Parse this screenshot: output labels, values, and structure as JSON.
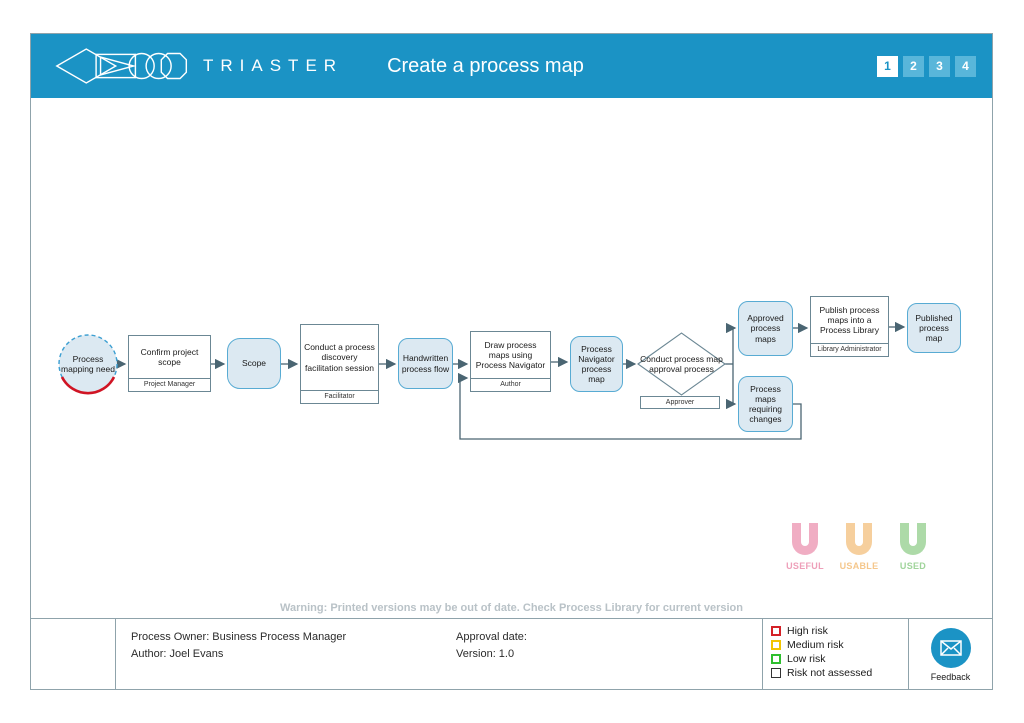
{
  "header": {
    "brand": "TRIASTER",
    "title": "Create a process map",
    "pages": [
      "1",
      "2",
      "3",
      "4"
    ],
    "active_page": "1",
    "bg_color": "#1b93c5"
  },
  "flowchart": {
    "start": {
      "label": "Process mapping need"
    },
    "nodes": {
      "confirm": {
        "label": "Confirm project scope",
        "role": "Project Manager"
      },
      "scope": {
        "label": "Scope"
      },
      "conduct": {
        "label": "Conduct a process discovery facilitation session",
        "role": "Facilitator"
      },
      "handwritten": {
        "label": "Handwritten process flow"
      },
      "draw": {
        "label": "Draw process maps using Process Navigator",
        "role": "Author"
      },
      "pnav": {
        "label": "Process Navigator process map"
      },
      "decision": {
        "label": "Conduct process map approval process",
        "role": "Approver"
      },
      "approved": {
        "label": "Approved process maps"
      },
      "requiring": {
        "label": "Process maps requiring changes"
      },
      "publish": {
        "label": "Publish process maps into a Process Library",
        "role": "Library Administrator"
      },
      "published": {
        "label": "Published process map"
      }
    },
    "arrow_color": "#4a6572",
    "deliverable_fill": "#dce9f2",
    "deliverable_border": "#58abd3"
  },
  "warning": "Warning: Printed versions may be out of date. Check Process Library for current version",
  "badges": {
    "items": [
      {
        "label": "USEFUL",
        "color": "#ee9fb9"
      },
      {
        "label": "USABLE",
        "color": "#f5c78c"
      },
      {
        "label": "USED",
        "color": "#9fd49a"
      }
    ]
  },
  "footer": {
    "process_owner": "Process Owner: Business Process Manager",
    "author": "Author: Joel Evans",
    "approval_date": "Approval date:",
    "version": "Version: 1.0",
    "legend": [
      {
        "label": "High risk",
        "color": "#d42127"
      },
      {
        "label": "Medium risk",
        "color": "#f2c500"
      },
      {
        "label": "Low risk",
        "color": "#2fbf2f"
      },
      {
        "label": "Risk not assessed",
        "color": "#333333"
      }
    ],
    "feedback": "Feedback"
  }
}
